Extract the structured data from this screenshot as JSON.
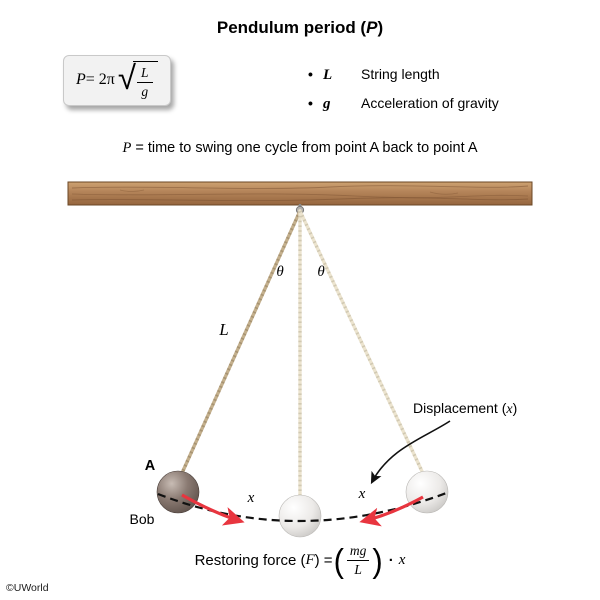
{
  "title": {
    "prefix": "Pendulum period (",
    "var": "P",
    "suffix": ")"
  },
  "formula_box": {
    "lhs": "P",
    "equals": " = 2π",
    "sqrt_num": "L",
    "sqrt_den": "g"
  },
  "legend": {
    "items": [
      {
        "bullet": "•",
        "symbol": "L",
        "label": "String length"
      },
      {
        "bullet": "•",
        "symbol": "g",
        "label": "Acceleration of gravity"
      }
    ]
  },
  "subtitle": {
    "var": "P",
    "rest": " = time to swing one cycle from point A back to point A"
  },
  "diagram": {
    "theta_left": "θ",
    "theta_right": "θ",
    "string_length_label": "L",
    "point_label": "A",
    "bob_label": "Bob",
    "x_left": "x",
    "x_right": "x",
    "displacement": {
      "prefix": "Displacement (",
      "var": "x",
      "suffix": ")"
    }
  },
  "restoring_force": {
    "prefix": "Restoring force (",
    "var": "F",
    "mid": ") = ",
    "paren_open": "(",
    "paren_close": ")",
    "frac_num": "mg",
    "frac_den": "L",
    "dot": "·",
    "x_var": "x"
  },
  "copyright": "©UWorld",
  "colors": {
    "arrow_red": "#e8353f",
    "wood_light": "#cda271",
    "wood_base": "#b5855a",
    "wood_dark": "#95653e",
    "wood_grain": "#7a5030",
    "rope_tan": "#c4b08d",
    "rope_cream": "#ece4cf",
    "bob_dark_hi": "#c8bcb4",
    "bob_dark_mid": "#8a7a72",
    "bob_dark_edge": "#574a44",
    "bob_light_hi": "#ffffff",
    "bob_light_mid": "#eceae8",
    "bob_light_edge": "#c2c0bd",
    "arc_black": "#111111"
  }
}
